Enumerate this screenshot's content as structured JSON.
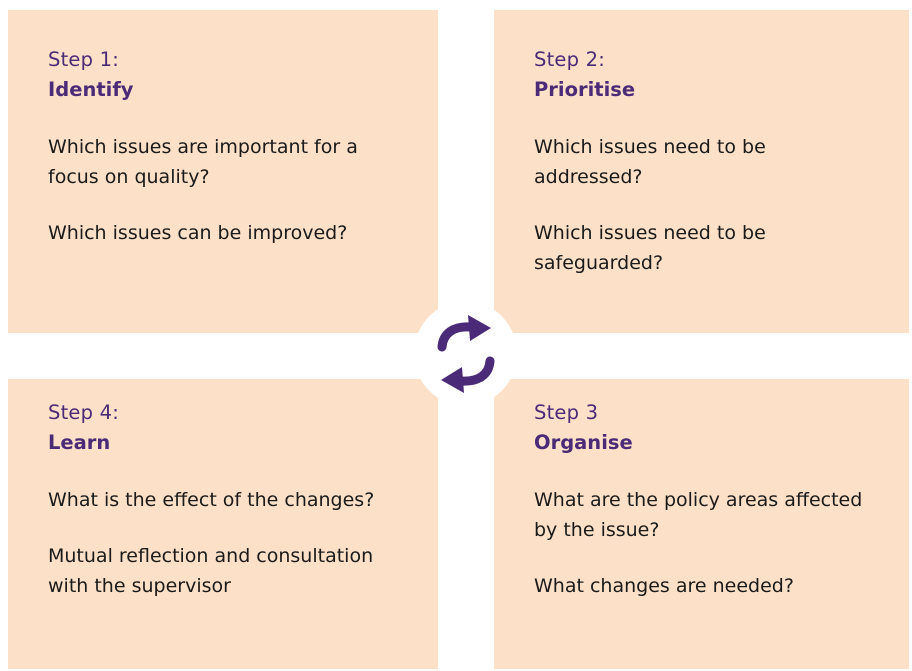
{
  "steps": {
    "step1": {
      "label": "Step 1:",
      "title": "Identify",
      "paragraphs": [
        "Which issues are important for a focus on quality?",
        "Which issues can be improved?"
      ]
    },
    "step2": {
      "label": "Step 2:",
      "title": "Prioritise",
      "paragraphs": [
        "Which issues need to be addressed?",
        "Which issues need to be safeguarded?"
      ]
    },
    "step4": {
      "label": "Step 4:",
      "title": "Learn",
      "paragraphs": [
        "What is the effect of the changes?",
        "Mutual reflection and consultation with the supervisor"
      ]
    },
    "step3": {
      "label": "Step 3",
      "title": "Organise",
      "paragraphs": [
        "What are the policy areas affected by the issue?",
        "What changes are needed?"
      ]
    }
  },
  "colors": {
    "panel": "#fde0c8",
    "accent": "#4b2a78",
    "text": "#1a1a1a"
  },
  "center_icon": "cycle-arrows-icon"
}
